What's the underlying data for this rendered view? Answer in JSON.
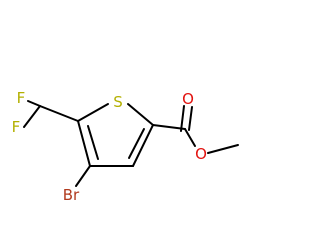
{
  "molecule": {
    "atoms": {
      "f1": {
        "symbol": "F",
        "color": "#B3B000"
      },
      "f2": {
        "symbol": "F",
        "color": "#B3B000"
      },
      "s": {
        "symbol": "S",
        "color": "#B3B000"
      },
      "o_carbonyl": {
        "symbol": "O",
        "color": "#E2120F"
      },
      "o_ester": {
        "symbol": "O",
        "color": "#E2120F"
      },
      "br": {
        "symbol": "Br",
        "color": "#B13A1E"
      }
    },
    "bond_color": "#000000"
  }
}
